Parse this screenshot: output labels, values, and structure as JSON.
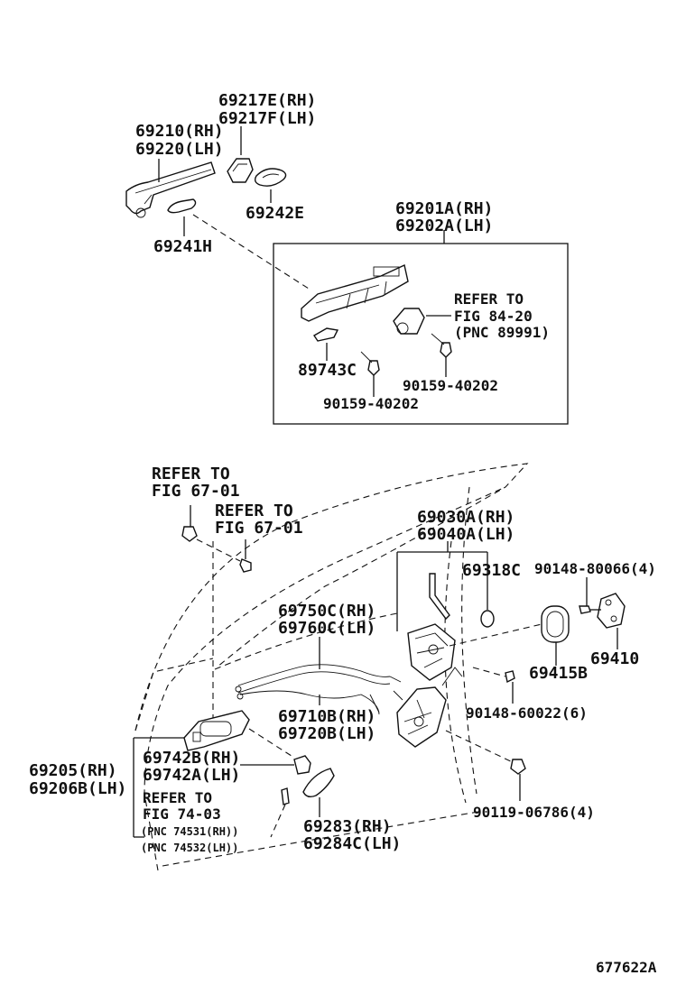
{
  "labels": {
    "p69217": [
      "69217E(RH)",
      "69217F(LH)"
    ],
    "p69210": [
      "69210(RH)",
      "69220(LH)"
    ],
    "p69242": "69242E",
    "p69241": "69241H",
    "p69201": [
      "69201A(RH)",
      "69202A(LH)"
    ],
    "ref8420": [
      "REFER TO",
      "FIG 84-20",
      "(PNC 89991)"
    ],
    "p89743": "89743C",
    "p90159a": "90159-40202",
    "p90159b": "90159-40202",
    "ref6701a": [
      "REFER TO",
      "FIG 67-01"
    ],
    "ref6701b": [
      "REFER TO",
      "FIG 67-01"
    ],
    "p69030": [
      "69030A(RH)",
      "69040A(LH)"
    ],
    "p69318": "69318C",
    "p90148a": "90148-80066(4)",
    "p69750": [
      "69750C(RH)",
      "69760C(LH)"
    ],
    "p69415": "69415B",
    "p69410": "69410",
    "p69710": [
      "69710B(RH)",
      "69720B(LH)"
    ],
    "p90148b": "90148-60022(6)",
    "p69742": [
      "69742B(RH)",
      "69742A(LH)"
    ],
    "p69205": [
      "69205(RH)",
      "69206B(LH)"
    ],
    "ref7403": [
      "REFER TO",
      "FIG 74-03"
    ],
    "pnc": [
      "(PNC 74531(RH))",
      "(PNC 74532(LH))"
    ],
    "p69283": [
      "69283(RH)",
      "69284C(LH)"
    ],
    "p90119": "90119-06786(4)",
    "figure_id": "677622A"
  }
}
